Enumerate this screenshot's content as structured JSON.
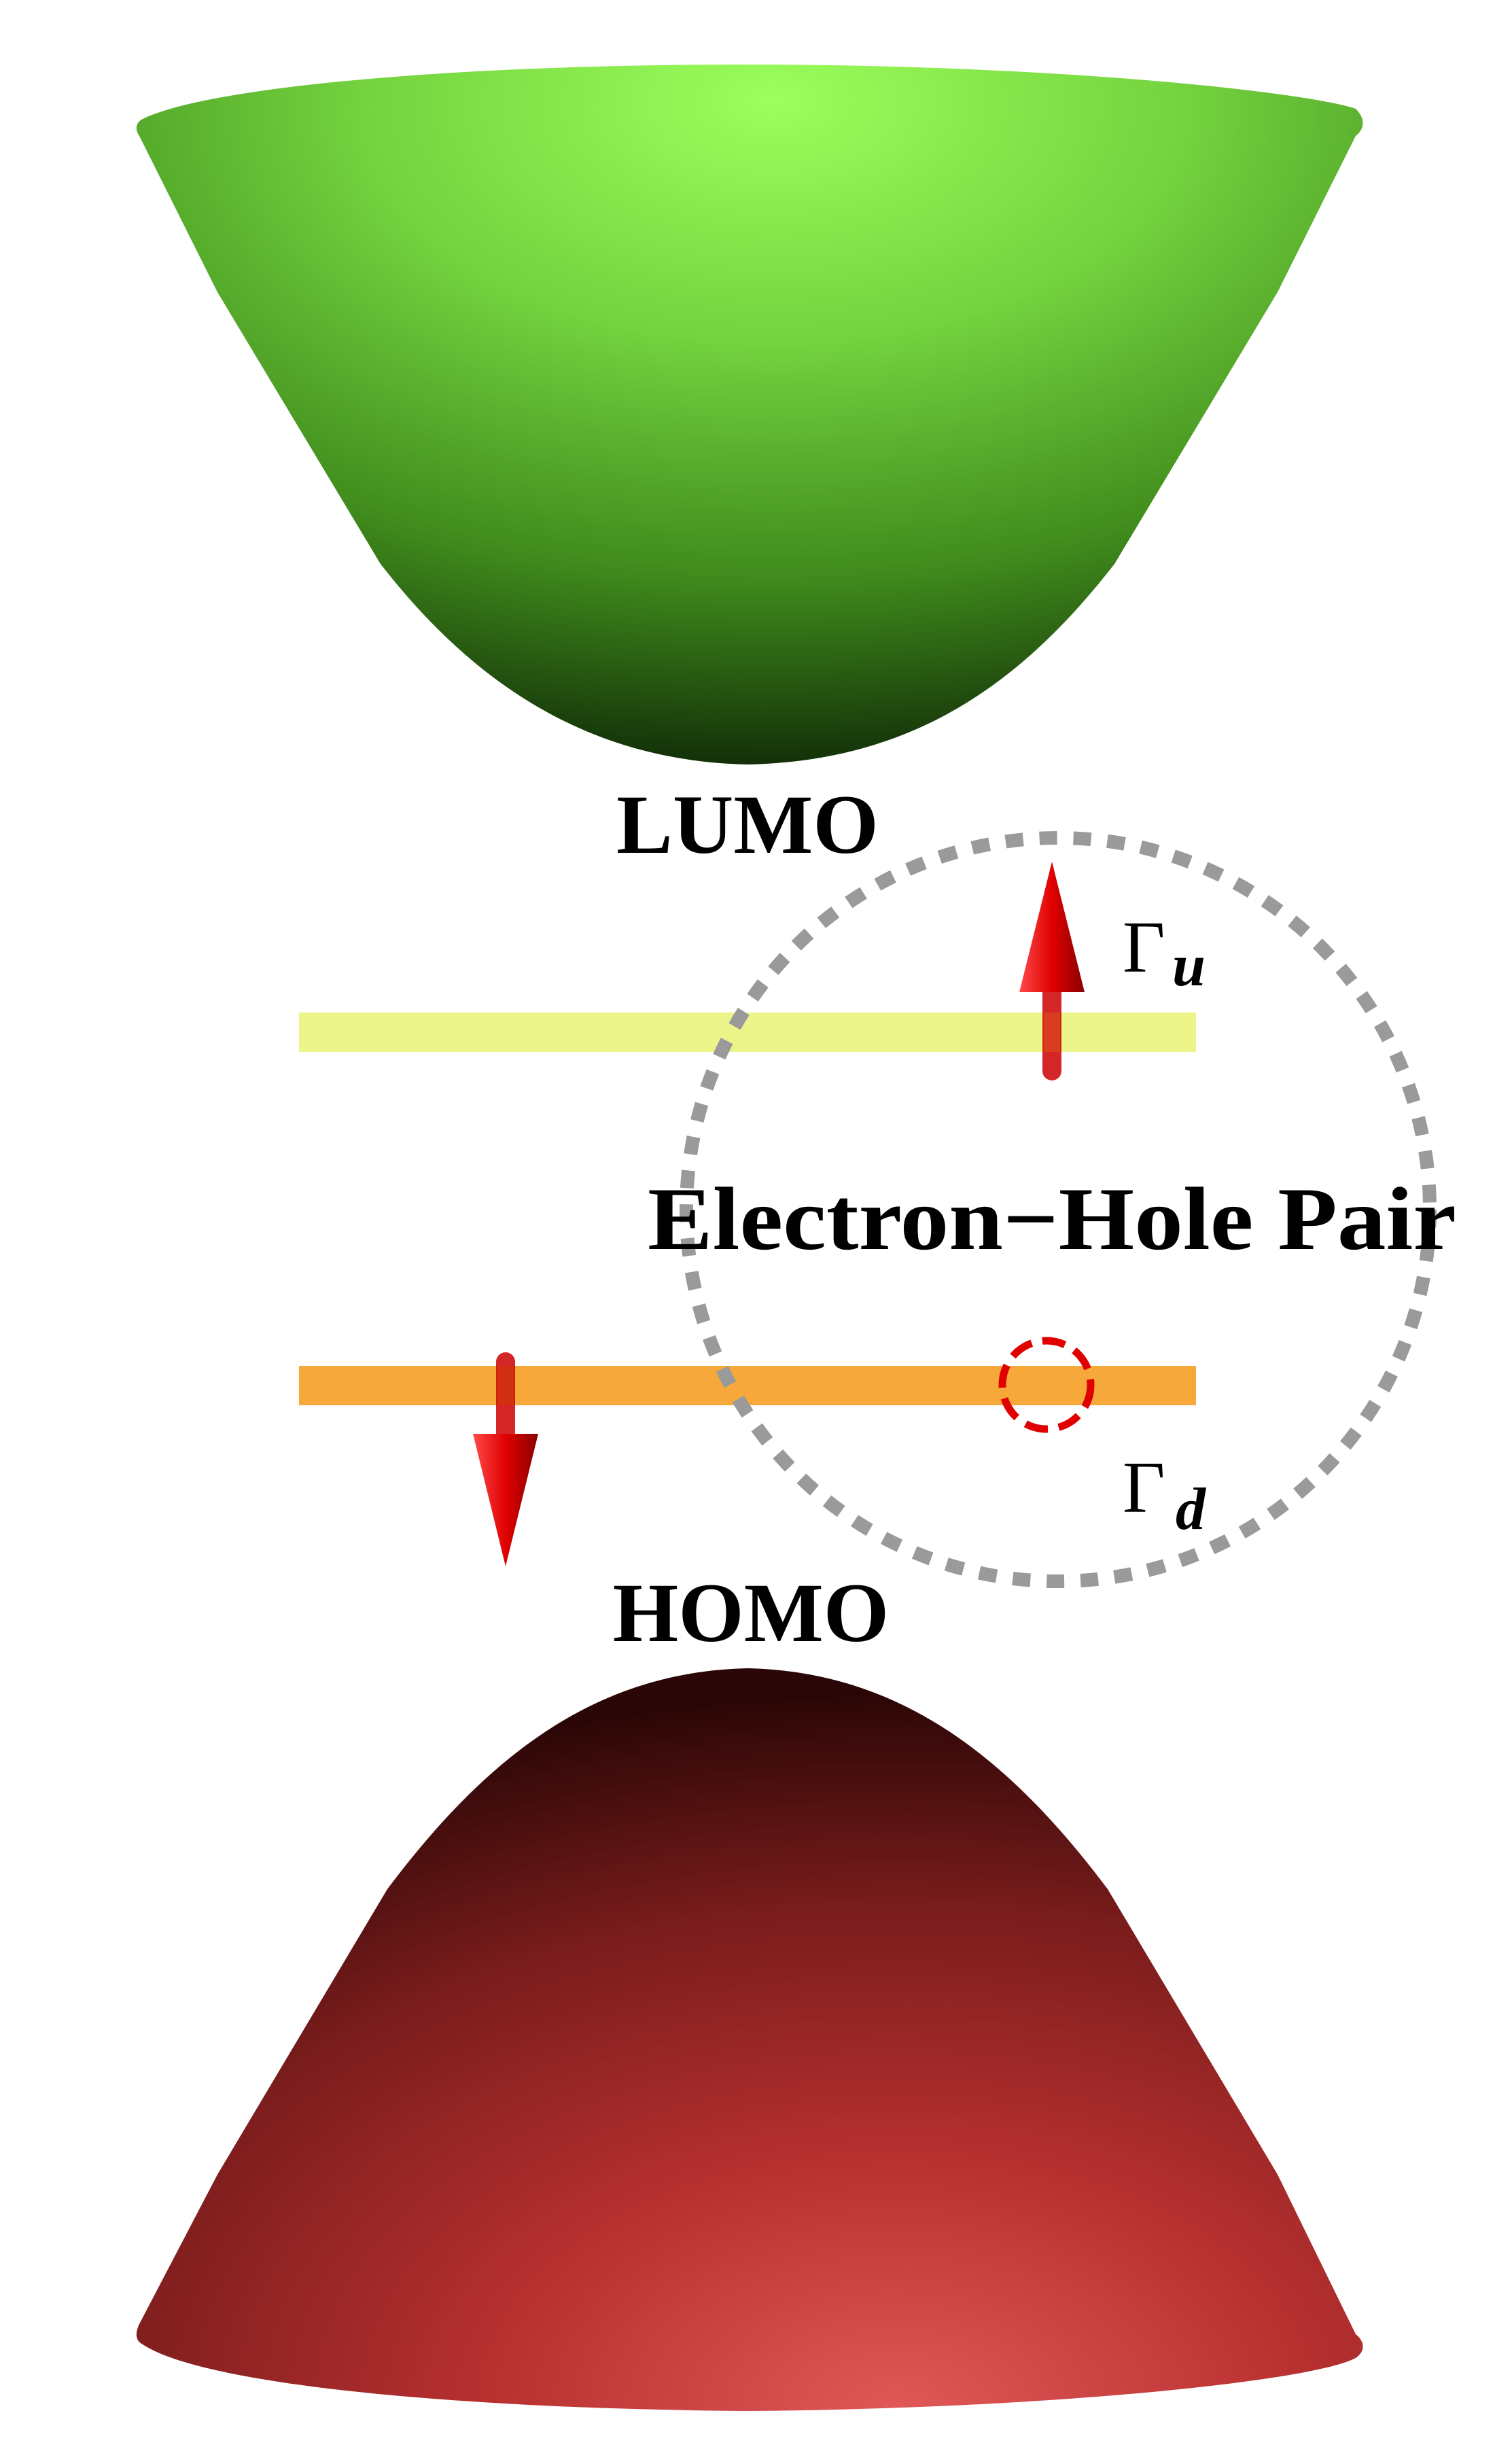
{
  "labels": {
    "lumo": "LUMO",
    "homo": "HOMO",
    "pair": "Electron−Hole Pair",
    "gamma_u_symbol": "Γ",
    "gamma_u_sub": "u",
    "gamma_d_symbol": "Γ",
    "gamma_d_sub": "d"
  },
  "colors": {
    "lumo_surface": "#7ed94a",
    "homo_surface": "#b83232",
    "upper_level": "#ecf58a",
    "lower_level": "#f7a83a",
    "arrows": "#e00000",
    "pair_circle": "#9a9a9a",
    "hole_circle": "#e00000"
  }
}
